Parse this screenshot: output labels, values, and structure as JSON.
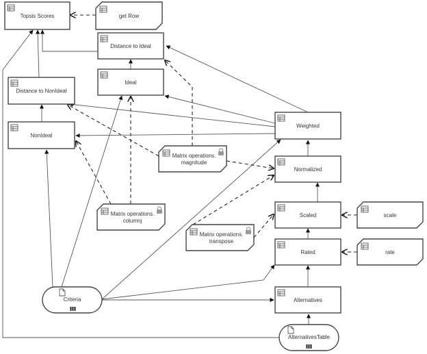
{
  "diagram": {
    "nodes": [
      {
        "id": "topsis_scores",
        "label": "Topsis Scores",
        "kind": "table",
        "icon": "table-icon"
      },
      {
        "id": "get_row",
        "label": "get Row",
        "kind": "function",
        "icon": "table-icon"
      },
      {
        "id": "distance_to_ideal",
        "label": "Distance to Ideal",
        "kind": "table",
        "icon": "table-icon"
      },
      {
        "id": "ideal",
        "label": "Ideal",
        "kind": "table",
        "icon": "table-icon"
      },
      {
        "id": "distance_to_nonideal",
        "label": "Distance to NonIdeal",
        "kind": "table",
        "icon": "table-icon"
      },
      {
        "id": "nonideal",
        "label": "NonIdeal",
        "kind": "table",
        "icon": "table-icon"
      },
      {
        "id": "weighted",
        "label": "Weighted",
        "kind": "table",
        "icon": "table-icon"
      },
      {
        "id": "normalized",
        "label": "Normalized",
        "kind": "table",
        "icon": "table-icon"
      },
      {
        "id": "scaled",
        "label": "Scaled",
        "kind": "table",
        "icon": "table-icon"
      },
      {
        "id": "rated",
        "label": "Rated",
        "kind": "table",
        "icon": "table-icon"
      },
      {
        "id": "alternatives",
        "label": "Alternatives",
        "kind": "table",
        "icon": "table-icon"
      },
      {
        "id": "scale",
        "label": "scale",
        "kind": "function",
        "icon": "table-icon"
      },
      {
        "id": "rate",
        "label": "rate",
        "kind": "function",
        "icon": "table-icon"
      },
      {
        "id": "mo_magnitude",
        "label": [
          "Matrix operations.",
          "magnitude"
        ],
        "kind": "locked-function",
        "icon": "table-icon"
      },
      {
        "id": "mo_columnj",
        "label": [
          "Matrix operations.",
          "columnj"
        ],
        "kind": "locked-function",
        "icon": "table-icon"
      },
      {
        "id": "mo_transpose",
        "label": [
          "Matrix operations.",
          "transpose"
        ],
        "kind": "locked-function",
        "icon": "table-icon"
      },
      {
        "id": "criteria",
        "label": "Criteria",
        "kind": "source",
        "icon": "document-icon"
      },
      {
        "id": "alternatives_table",
        "label": "AlternativesTable",
        "kind": "source",
        "icon": "document-icon"
      }
    ],
    "edges": [
      {
        "from": "get_row",
        "to": "topsis_scores",
        "style": "dashed"
      },
      {
        "from": "distance_to_ideal",
        "to": "topsis_scores",
        "style": "solid"
      },
      {
        "from": "distance_to_nonideal",
        "to": "topsis_scores",
        "style": "solid"
      },
      {
        "from": "alternatives_table",
        "to": "topsis_scores",
        "style": "solid"
      },
      {
        "from": "ideal",
        "to": "distance_to_ideal",
        "style": "solid"
      },
      {
        "from": "weighted",
        "to": "distance_to_ideal",
        "style": "solid"
      },
      {
        "from": "mo_magnitude",
        "to": "distance_to_ideal",
        "style": "dashed"
      },
      {
        "from": "weighted",
        "to": "ideal",
        "style": "solid"
      },
      {
        "from": "criteria",
        "to": "ideal",
        "style": "solid"
      },
      {
        "from": "mo_columnj",
        "to": "ideal",
        "style": "dashed"
      },
      {
        "from": "nonideal",
        "to": "distance_to_nonideal",
        "style": "solid"
      },
      {
        "from": "weighted",
        "to": "distance_to_nonideal",
        "style": "solid"
      },
      {
        "from": "mo_magnitude",
        "to": "distance_to_nonideal",
        "style": "dashed"
      },
      {
        "from": "weighted",
        "to": "nonideal",
        "style": "solid"
      },
      {
        "from": "criteria",
        "to": "nonideal",
        "style": "solid"
      },
      {
        "from": "mo_columnj",
        "to": "nonideal",
        "style": "dashed"
      },
      {
        "from": "normalized",
        "to": "weighted",
        "style": "solid"
      },
      {
        "from": "criteria",
        "to": "weighted",
        "style": "solid"
      },
      {
        "from": "scaled",
        "to": "normalized",
        "style": "solid"
      },
      {
        "from": "mo_magnitude",
        "to": "normalized",
        "style": "dashed"
      },
      {
        "from": "mo_transpose",
        "to": "normalized",
        "style": "dashed"
      },
      {
        "from": "rated",
        "to": "scaled",
        "style": "solid"
      },
      {
        "from": "scale",
        "to": "scaled",
        "style": "dashed"
      },
      {
        "from": "mo_transpose",
        "to": "scaled",
        "style": "dashed"
      },
      {
        "from": "alternatives",
        "to": "rated",
        "style": "solid"
      },
      {
        "from": "rate",
        "to": "rated",
        "style": "dashed"
      },
      {
        "from": "criteria",
        "to": "rated",
        "style": "solid"
      },
      {
        "from": "criteria",
        "to": "alternatives",
        "style": "solid"
      },
      {
        "from": "alternatives_table",
        "to": "alternatives",
        "style": "solid"
      }
    ]
  }
}
